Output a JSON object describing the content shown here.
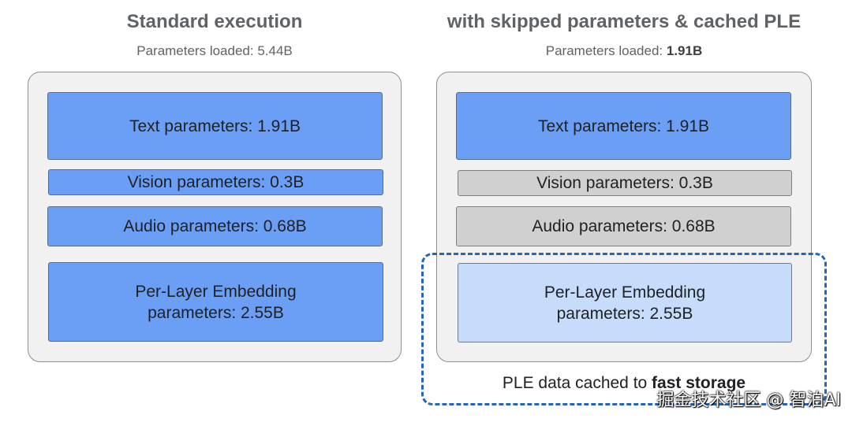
{
  "left": {
    "title": "Standard execution",
    "subtitle_prefix": "Parameters loaded: ",
    "subtitle_value": "5.44B",
    "blocks": {
      "text": "Text parameters: 1.91B",
      "vision": "Vision parameters: 0.3B",
      "audio": "Audio parameters: 0.68B",
      "ple_line1": "Per-Layer Embedding",
      "ple_line2": "parameters: 2.55B"
    }
  },
  "right": {
    "title": "with skipped parameters & cached PLE",
    "subtitle_prefix": "Parameters loaded: ",
    "subtitle_value": "1.91B",
    "blocks": {
      "text": "Text parameters: 1.91B",
      "vision": "Vision parameters: 0.3B",
      "audio": "Audio parameters: 0.68B",
      "ple_line1": "Per-Layer Embedding",
      "ple_line2": "parameters: 2.55B"
    },
    "cache_label_prefix": "PLE data cached to ",
    "cache_label_bold": "fast storage"
  },
  "watermark": "掘金技术社区 @ 智泊AI",
  "colors": {
    "loaded_block": "#6b9ff5",
    "skipped_block": "#d0d0d0",
    "cached_block": "#c7dcfb",
    "cache_border": "#2765b6",
    "container_bg": "#f1f1f1"
  }
}
